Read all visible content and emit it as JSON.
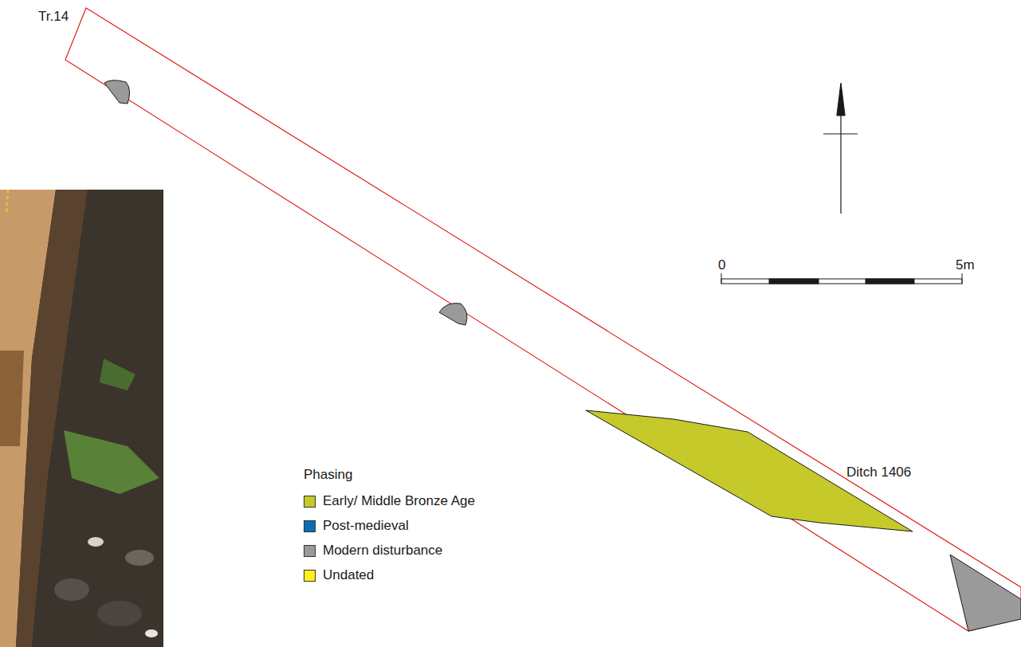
{
  "diagram": {
    "labels": [
      "Tr.14",
      "Ditch 1406",
      "0",
      "5m",
      "Phasing"
    ],
    "legend": [
      {
        "text": "Early/ Middle Bronze Age",
        "color": "#c5c92a"
      },
      {
        "text": "Post-medieval",
        "color": "#0b6fb4"
      },
      {
        "text": "Modern disturbance",
        "color": "#9a9a9a"
      },
      {
        "text": "Undated",
        "color": "#fff21a"
      }
    ]
  }
}
